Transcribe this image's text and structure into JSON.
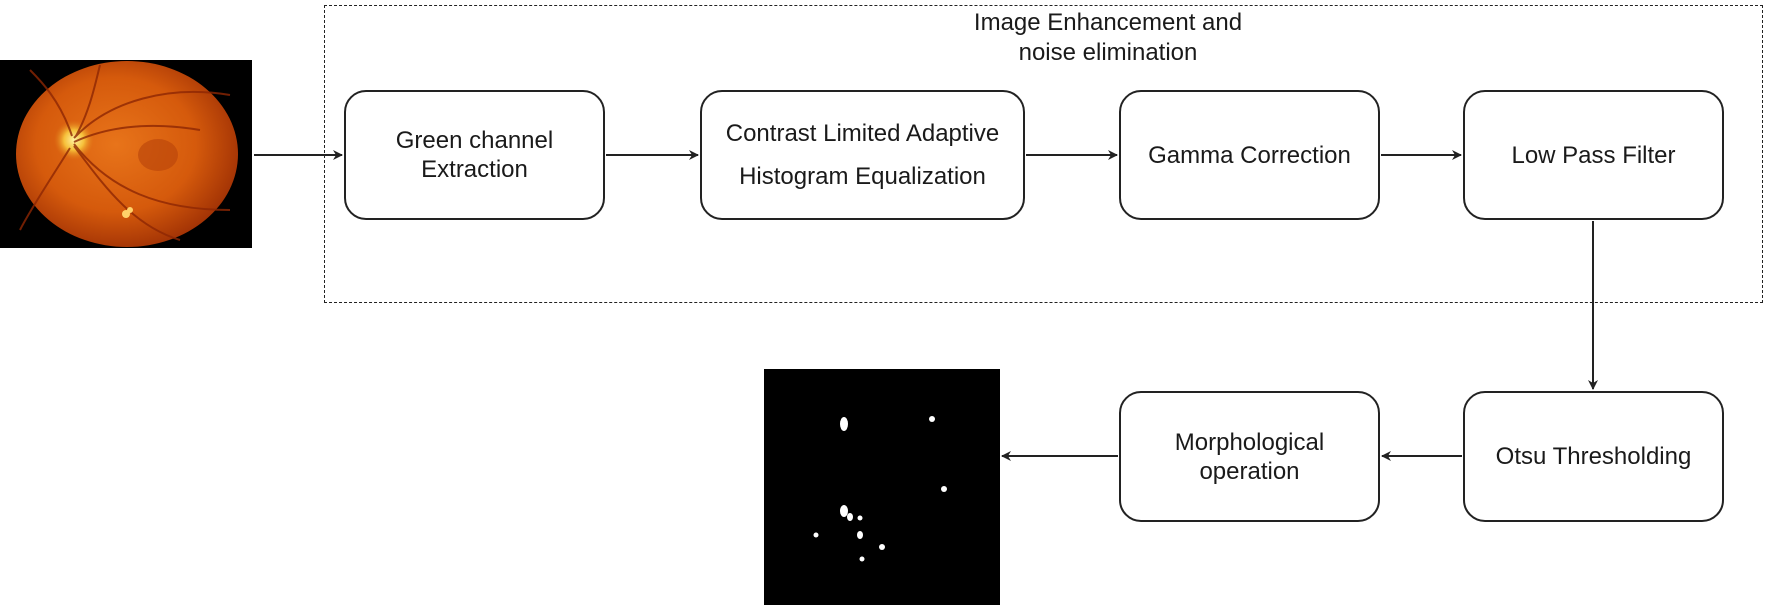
{
  "group": {
    "title_line1": "Image Enhancement and",
    "title_line2": "noise elimination"
  },
  "nodes": {
    "green": {
      "line1": "Green channel",
      "line2": "Extraction"
    },
    "clahe": {
      "line1": "Contrast Limited Adaptive",
      "line2": "Histogram Equalization"
    },
    "gamma": {
      "line1": "Gamma Correction"
    },
    "lowpass": {
      "line1": "Low Pass Filter"
    },
    "otsu": {
      "line1": "Otsu Thresholding"
    },
    "morph": {
      "line1": "Morphological",
      "line2": "operation"
    }
  },
  "images": {
    "input": {
      "icon": "retinal-fundus-image",
      "colors": [
        "#d85a0a",
        "#b83a05",
        "#000000"
      ]
    },
    "output": {
      "icon": "binary-lesion-mask",
      "colors": [
        "#000000",
        "#ffffff"
      ]
    }
  },
  "colors": {
    "stroke": "#222222",
    "background": "#ffffff"
  }
}
